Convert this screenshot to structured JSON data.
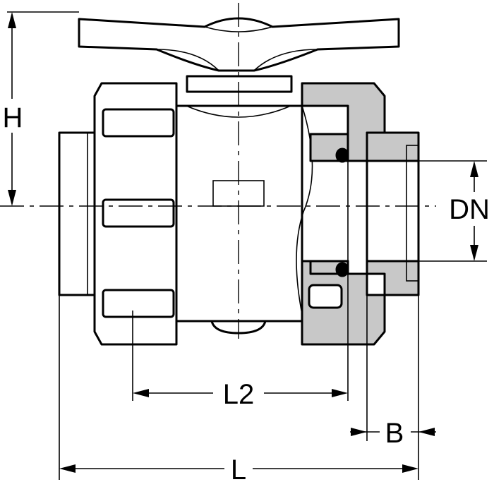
{
  "dimensions": {
    "height_label": "H",
    "nominal_diameter_label": "DN",
    "l2_label": "L2",
    "b_label": "B",
    "length_label": "L"
  },
  "colors": {
    "section_fill": "#c8c8c8",
    "line": "#000000",
    "background": "#ffffff"
  }
}
